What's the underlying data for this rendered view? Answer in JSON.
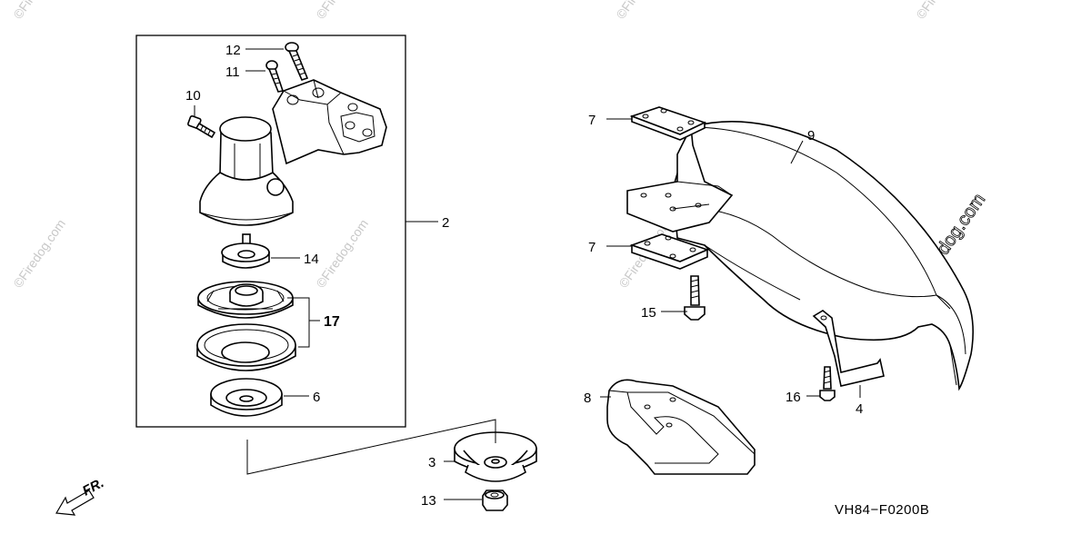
{
  "diagram_code": "VH84−F0200B",
  "front_indicator": "FR.",
  "watermark": "©Firedog.com",
  "callouts": {
    "c2": "2",
    "c3": "3",
    "c4": "4",
    "c6": "6",
    "c7a": "7",
    "c7b": "7",
    "c8": "8",
    "c9": "9",
    "c10": "10",
    "c11": "11",
    "c12": "12",
    "c13": "13",
    "c14": "14",
    "c15": "15",
    "c16": "16",
    "c17": "17"
  }
}
